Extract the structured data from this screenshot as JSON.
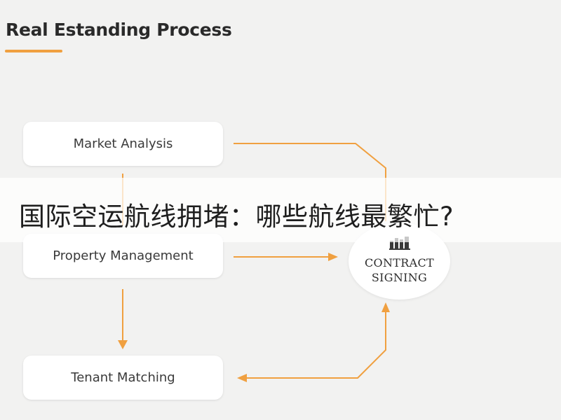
{
  "title": "Real Estanding Process",
  "nodes": {
    "market_analysis": "Market Analysis",
    "property_management": "Property Management",
    "tenant_matching": "Tenant Matching"
  },
  "contract": {
    "line1": "CONTRACT",
    "line2": "SIGNING",
    "icon": "building-icon"
  },
  "overlay_caption": "国际空运航线拥堵：哪些航线最繁忙?",
  "colors": {
    "accent": "#f0a040",
    "background": "#f2f2f1",
    "box": "#ffffff",
    "text": "#3a3a3a"
  }
}
